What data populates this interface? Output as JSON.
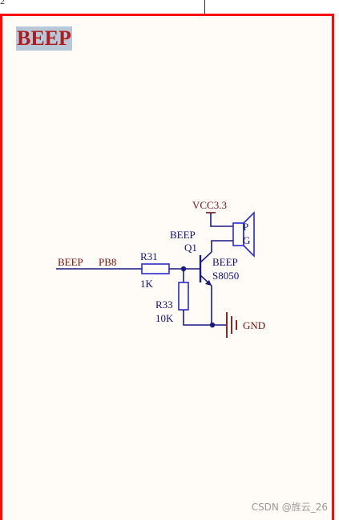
{
  "page_top": {
    "number": "2"
  },
  "sheet": {
    "title": "BEEP"
  },
  "schematic": {
    "net_label": "BEEP",
    "port_label": "PB8",
    "r31_ref": "R31",
    "r31_value": "1K",
    "r33_ref": "R33",
    "r33_value": "10K",
    "transistor_net": "BEEP",
    "transistor_ref": "Q1",
    "transistor_emitter_net": "BEEP",
    "transistor_model": "S8050",
    "power_label": "VCC3.3",
    "buzzer_pin_p": "P",
    "buzzer_pin_g": "G",
    "ground_label": "GND"
  },
  "colors": {
    "border": "#ff0a0a",
    "wire": "#1a1a80",
    "net_text": "#7a1010",
    "part_text": "#101080",
    "part_outline": "#2a2acc",
    "title_text": "#b01c1c",
    "title_highlight": "#b7c8d9"
  },
  "watermark": "CSDN @旌云_26"
}
